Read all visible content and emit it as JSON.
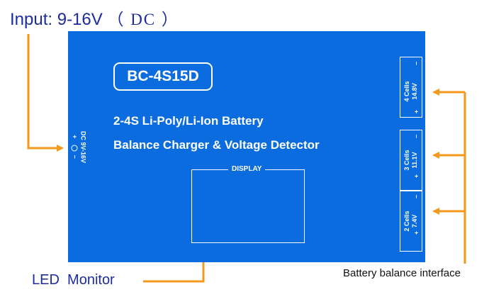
{
  "labels": {
    "input_prefix": "Input:",
    "input_value": "9-16V",
    "input_type": "（ DC ）",
    "led_word": "LED",
    "monitor_word": "Monitor",
    "balance_interface": "Battery balance interface"
  },
  "board": {
    "model": "BC-4S15D",
    "title_line1": "2-4S Li-Poly/Li-Ion Battery",
    "title_line2": "Balance Charger & Voltage Detector",
    "display_label": "DISPLAY",
    "dc_jack_text": "DC 9V-16V",
    "dc_plus": "+",
    "dc_minus": "−"
  },
  "ports": [
    {
      "cells": "4 Cells",
      "voltage": "14.8V",
      "plus": "+",
      "minus": "−"
    },
    {
      "cells": "3 Cells",
      "voltage": "11.1V",
      "plus": "+",
      "minus": "−"
    },
    {
      "cells": "2 Cells",
      "voltage": "7.4V",
      "plus": "+",
      "minus": "−"
    }
  ],
  "colors": {
    "board": "#0b6ce0",
    "arrow": "#f39a1e",
    "label_text": "#1d2c9c"
  }
}
